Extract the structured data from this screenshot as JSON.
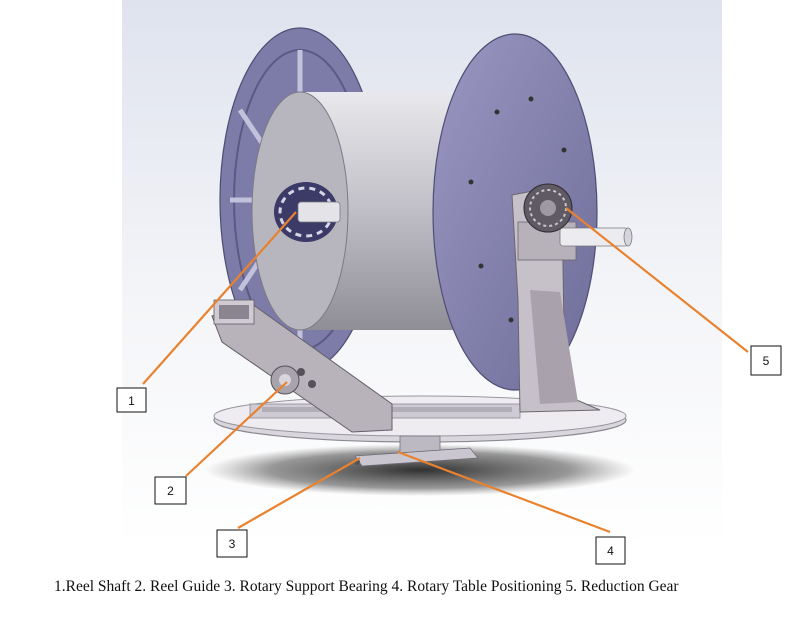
{
  "diagram": {
    "callouts": [
      {
        "id": "1",
        "label": "1"
      },
      {
        "id": "2",
        "label": "2"
      },
      {
        "id": "3",
        "label": "3"
      },
      {
        "id": "4",
        "label": "4"
      },
      {
        "id": "5",
        "label": "5"
      }
    ],
    "colors": {
      "leader_line": "#e8822f",
      "flange": "#8a88b4",
      "flange_dark": "#6f6d9a",
      "drum": "#c9c8cf",
      "frame": "#b9b3bd",
      "base": "#e6e3ea",
      "background": "#eceef4"
    }
  },
  "caption": "1.Reel Shaft 2. Reel Guide 3. Rotary Support Bearing 4. Rotary Table Positioning 5. Reduction Gear"
}
